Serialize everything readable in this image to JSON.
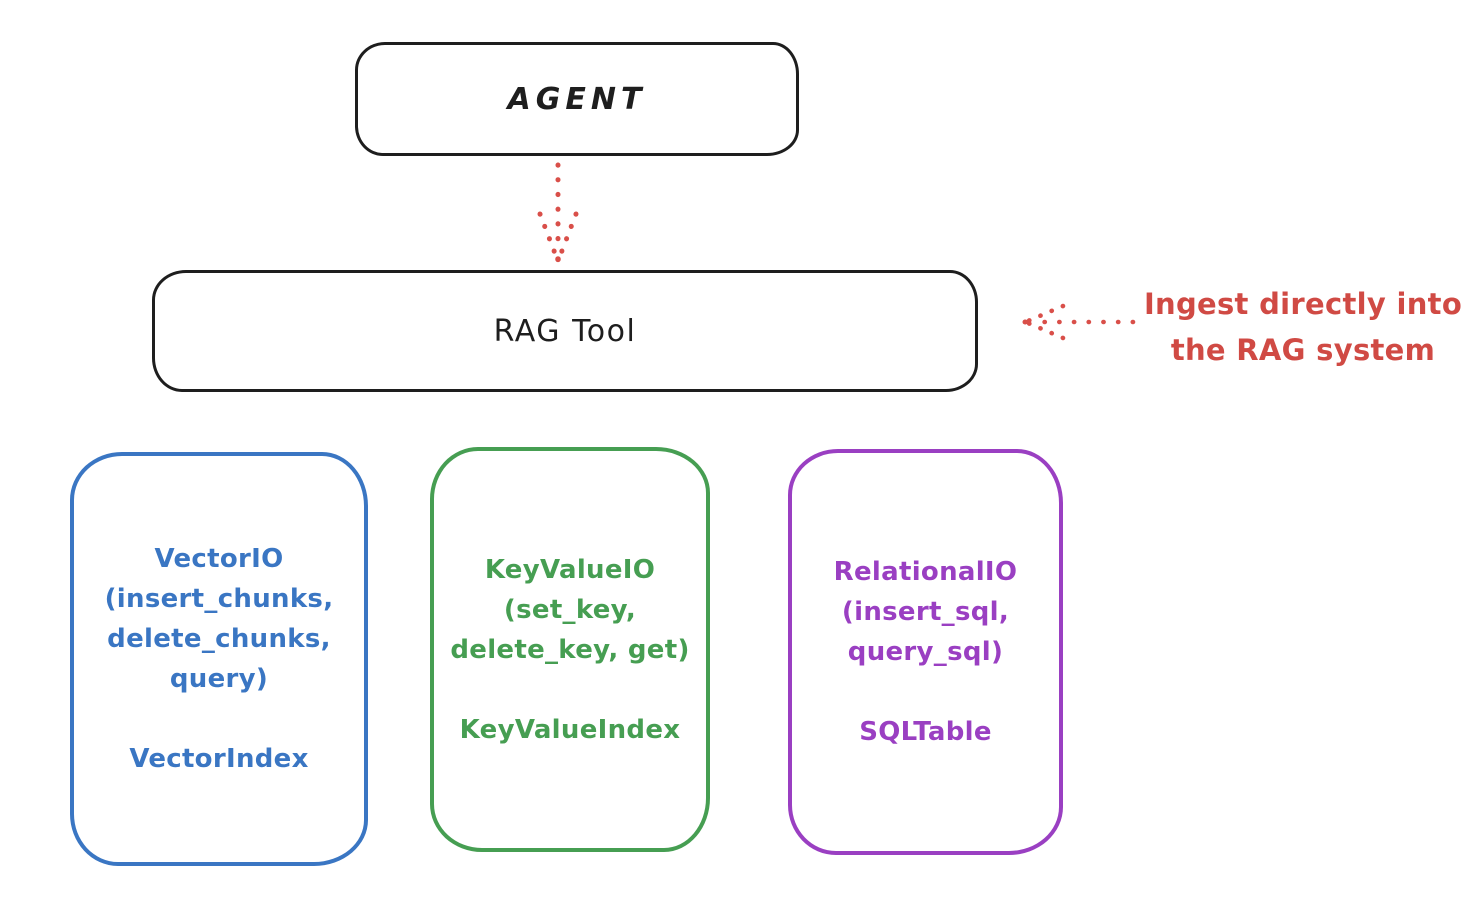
{
  "diagram": {
    "background": "#ffffff",
    "stroke_black": "#1e1e1e",
    "nodes": {
      "agent": {
        "label": "AGENT",
        "color": "#1e1e1e"
      },
      "rag_tool": {
        "label": "RAG Tool",
        "color": "#1e1e1e"
      },
      "vector_io": {
        "color": "#3a76c3",
        "lines": [
          "VectorIO",
          "(insert_chunks,",
          "delete_chunks,",
          "query)",
          "",
          "VectorIndex"
        ]
      },
      "key_value_io": {
        "color": "#469e52",
        "lines": [
          "KeyValueIO",
          "(set_key,",
          "delete_key, get)",
          "",
          "KeyValueIndex"
        ]
      },
      "relational_io": {
        "color": "#9a3fc2",
        "lines": [
          "RelationalIO",
          "(insert_sql,",
          "query_sql)",
          "",
          "SQLTable"
        ]
      }
    },
    "annotation": {
      "color": "#d04a44",
      "lines": [
        "Ingest directly into",
        "the RAG system"
      ]
    },
    "arrows": {
      "color": "#d94f49",
      "agent_to_rag_tool": "dotted-arrow-down-icon",
      "ingest_pointer": "dotted-arrow-left-icon"
    }
  }
}
